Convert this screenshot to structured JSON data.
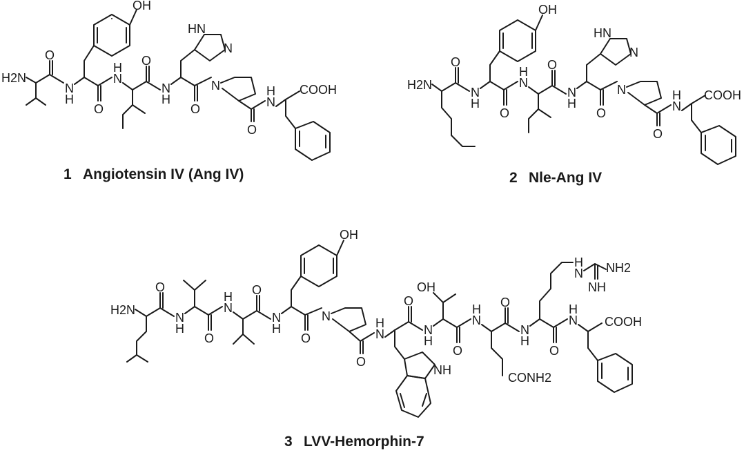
{
  "figure": {
    "compounds": [
      {
        "number": "1",
        "name": "Angiotensin IV (Ang IV)"
      },
      {
        "number": "2",
        "name": "Nle-Ang IV"
      },
      {
        "number": "3",
        "name": "LVV-Hemorphin-7"
      }
    ]
  },
  "atom_labels": {
    "oh": "OH",
    "h2n": "H2N",
    "nh": "N",
    "h": "H",
    "hn": "HN",
    "n": "N",
    "o": "O",
    "cooh": "COOH",
    "nh2_side": "NH2",
    "conh2": "CONH2",
    "imine": "NH"
  }
}
